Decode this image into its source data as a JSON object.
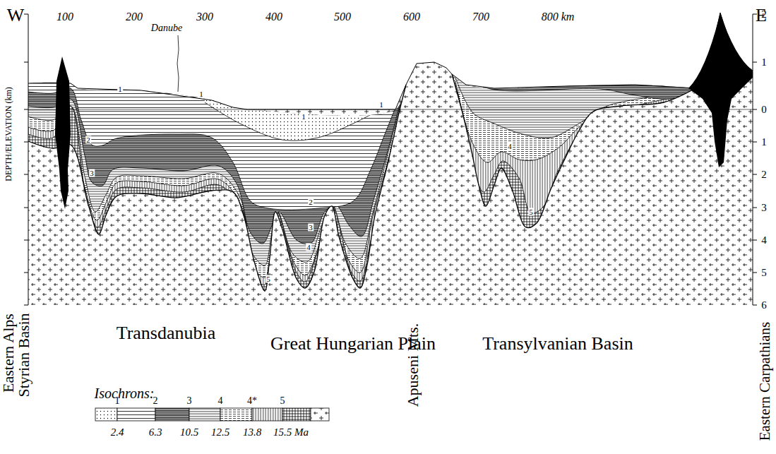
{
  "diagram": {
    "labels": [
      "W",
      "E",
      "100",
      "200",
      "300",
      "400",
      "500",
      "600",
      "700",
      "800 km",
      "Danube",
      "DEPTH/ELEVATION (km)",
      "2",
      "1",
      "0",
      "1",
      "2",
      "3",
      "4",
      "5",
      "6",
      "Eastern Alps",
      "Styrian Basin",
      "Transdanubia",
      "Great Hungarian Plain",
      "Apuseni Mts.",
      "Transylvanian Basin",
      "Eastern Carpathians",
      "Isochrons:",
      "2.4",
      "6.3",
      "10.5",
      "12.5",
      "13.8",
      "15.5 Ma",
      "1",
      "1",
      "1",
      "1",
      "2",
      "2",
      "3",
      "3",
      "4",
      "4",
      "5",
      "5"
    ],
    "legend": [
      {
        "text": "1"
      },
      {
        "text": "2"
      },
      {
        "text": "3"
      },
      {
        "text": "4"
      },
      {
        "text": "4*"
      },
      {
        "text": "5"
      }
    ]
  }
}
